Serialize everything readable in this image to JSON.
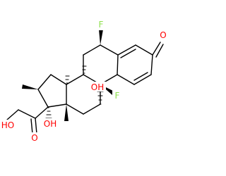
{
  "colors": {
    "bond": "#000000",
    "oxygen": "#ff0000",
    "fluorine": "#90e050",
    "background": "#ffffff"
  },
  "labels": {
    "f_6": "F",
    "f_9": "F",
    "o_3": "O",
    "oh_11": "OH",
    "oh_17": "OH",
    "o_20": "O",
    "ho_21": "HO"
  }
}
